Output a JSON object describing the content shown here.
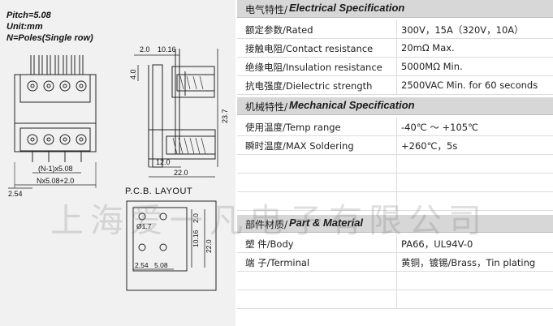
{
  "drawing": {
    "pitch": "Pitch=5.08",
    "unit": "Unit:mm",
    "poles": "N=Poles(Single row)",
    "pcb_title": "P.C.B.  LAYOUT",
    "dims": {
      "n1x508": "(N-1)x5.08",
      "nx508": "Nx5.08+2.0",
      "d254": "2.54",
      "d20a": "2.0",
      "d1016": "10.16",
      "d40": "4.0",
      "d237": "23.7",
      "d120": "12.0",
      "d220": "22.0",
      "phi": "Ø1.7",
      "p254": "2.54",
      "p508": "5.08",
      "p20": "2.0",
      "p1016": "10.16",
      "p220": "22.0"
    }
  },
  "watermark": "上海爱一凡电子有限公司",
  "spec": {
    "electrical": {
      "cn": "电气特性/",
      "en": "Electrical Specification",
      "rows": [
        {
          "k": "额定参数/Rated",
          "v": "300V，15A（320V，10A）"
        },
        {
          "k": "接触电阻/Contact resistance",
          "v": "20mΩ  Max."
        },
        {
          "k": "绝缘电阻/Insulation  resistance",
          "v": "5000MΩ  Min."
        },
        {
          "k": "抗电强度/Dielectric  strength",
          "v": "2500VAC Min. for 60 seconds"
        }
      ]
    },
    "mechanical": {
      "cn": "机械特性/",
      "en": "Mechanical Specification",
      "rows": [
        {
          "k": "使用温度/Temp  range",
          "v": "-40℃ ～ +105℃"
        },
        {
          "k": "瞬时温度/MAX Soldering",
          "v": "+260℃，5s"
        }
      ]
    },
    "material": {
      "cn": "部件材质/",
      "en": "Part & Material",
      "rows": [
        {
          "k": "塑      件/Body",
          "v": "PA66，UL94V-0"
        },
        {
          "k": "端      子/Terminal",
          "v": "黄铜，镀锡/Brass，Tin plating"
        }
      ]
    }
  }
}
